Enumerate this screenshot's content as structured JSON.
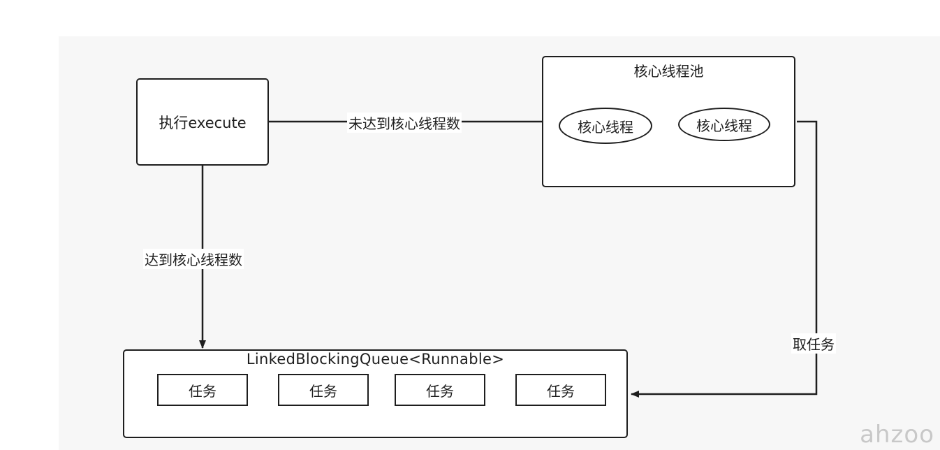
{
  "nodes": {
    "execute": "执行execute",
    "core_pool": {
      "title": "核心线程池",
      "threads": [
        "核心线程",
        "核心线程"
      ]
    },
    "queue": {
      "title": "LinkedBlockingQueue<Runnable>",
      "tasks": [
        "任务",
        "任务",
        "任务",
        "任务"
      ]
    }
  },
  "edges": {
    "not_reached": "未达到核心线程数",
    "reached": "达到核心线程数",
    "take_task": "取任务"
  },
  "watermark": "ahzoo",
  "colors": {
    "stroke": "#1e1e1e",
    "background": "#f7f7f7",
    "watermark": "#c8c8c8"
  }
}
